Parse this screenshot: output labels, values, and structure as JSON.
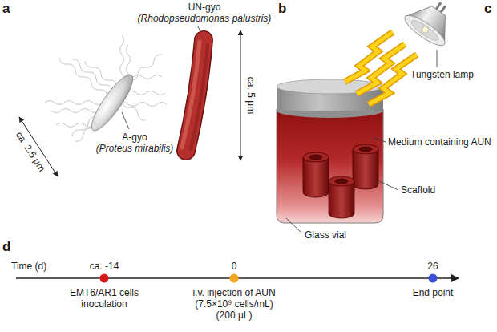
{
  "diagram": {
    "labels": [
      "a",
      "UN-gyo",
      "(Rhodopseudomonas palustris)",
      "b",
      "c",
      "ca. 5 μm",
      "ca. 2.5 μm",
      "A-gyo",
      "(Proteus mirabilis)",
      "Tungsten lamp",
      "Medium containing AUN",
      "Scaffold",
      "Glass vial",
      "d",
      "Time (d)",
      "ca. -14",
      "0",
      "26",
      "EMT6/AR1 cells inoculation",
      "i.v. injection of AUN",
      "(7.5×10⁹ cells/mL)",
      "(200 μL)",
      "End point"
    ]
  }
}
